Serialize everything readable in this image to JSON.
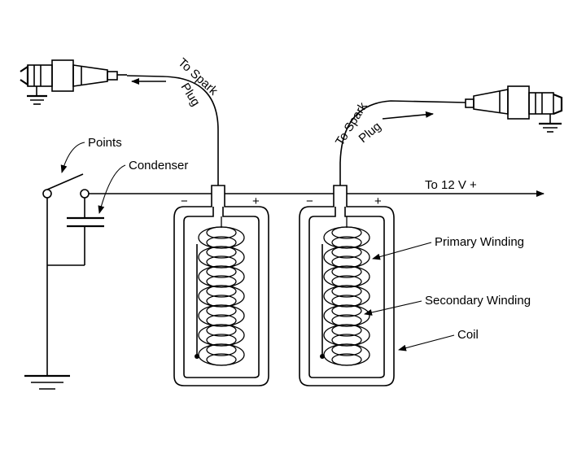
{
  "labels": {
    "points": "Points",
    "condenser": "Condenser",
    "to_12v": "To 12 V +",
    "primary_winding": "Primary Winding",
    "secondary_winding": "Secondary Winding",
    "coil": "Coil",
    "minus": "−",
    "plus": "+",
    "to_spark": "To Spark",
    "plug": "Plug"
  },
  "colors": {
    "line": "#000000",
    "background": "#ffffff"
  }
}
